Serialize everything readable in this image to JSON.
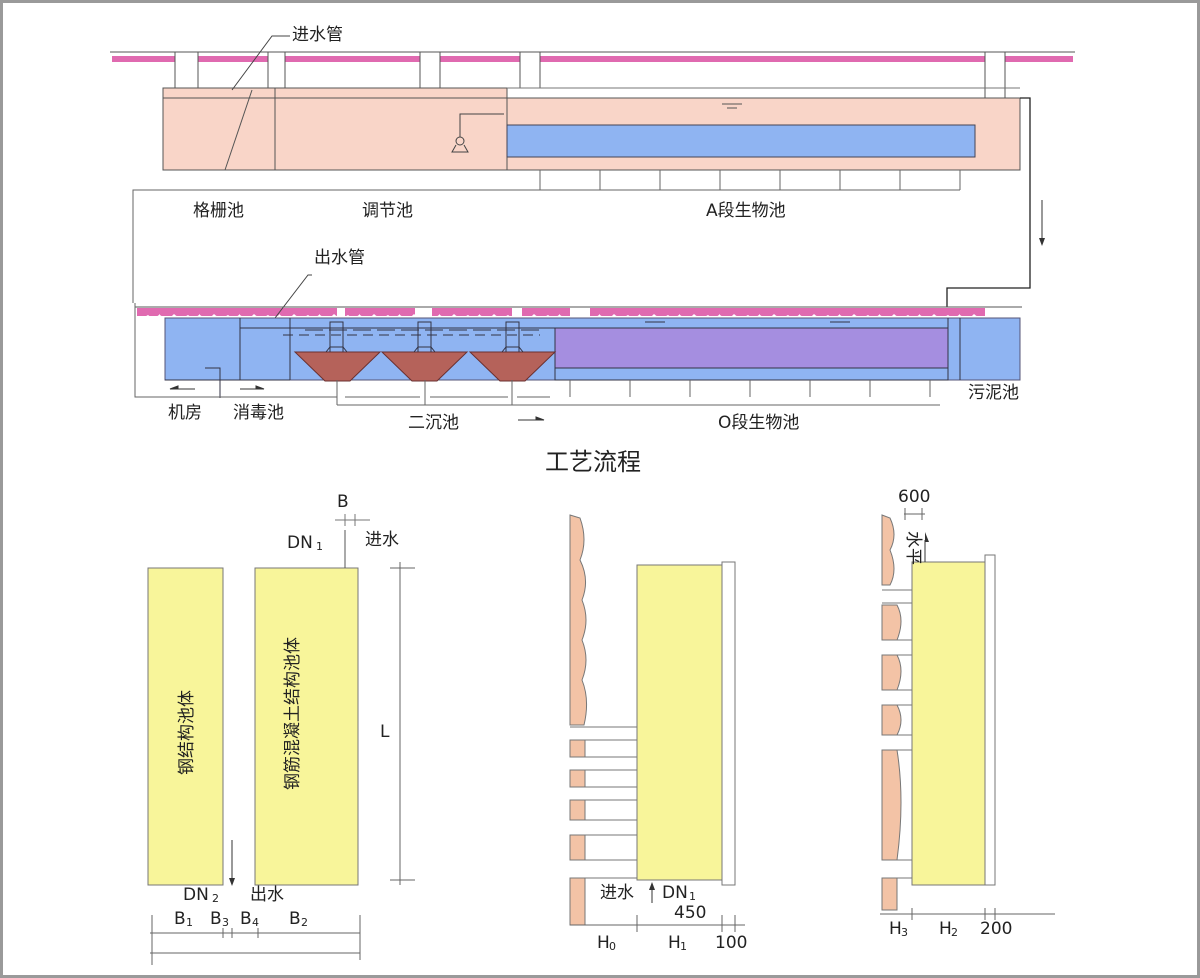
{
  "title": "工艺流程",
  "top_diagram": {
    "inlet_pipe": "进水管",
    "outlet_pipe": "出水管",
    "tanks": {
      "screen": "格栅池",
      "equalization": "调节池",
      "a_stage": "A段生物池",
      "machine_room": "机房",
      "disinfection": "消毒池",
      "secondary_clarifier": "二沉池",
      "o_stage": "O段生物池",
      "sludge": "污泥池"
    }
  },
  "detail_left": {
    "steel_tank": "钢结构池体",
    "concrete_tank": "钢筋混凝土结构池体",
    "b": "B",
    "dn1": "DN",
    "dn1_sub": "1",
    "inlet": "进水",
    "l": "L",
    "dn2": "DN",
    "dn2_sub": "2",
    "outlet": "出水",
    "b1": "B",
    "b1_sub": "1",
    "b3": "B",
    "b3_sub": "3",
    "b4": "B",
    "b4_sub": "4",
    "b2": "B",
    "b2_sub": "2"
  },
  "detail_mid": {
    "inlet": "进水",
    "dn1": "DN",
    "dn1_sub": "1",
    "d450": "450",
    "h0": "H",
    "h0_sub": "0",
    "h1": "H",
    "h1_sub": "1",
    "d100": "100"
  },
  "detail_right": {
    "d600": "600",
    "level": "水平",
    "h3": "H",
    "h3_sub": "3",
    "h2": "H",
    "h2_sub": "2",
    "d200": "200"
  },
  "colors": {
    "pink": "#f9d5c8",
    "blue": "#8fb4f2",
    "purple": "#a58ee0",
    "cone": "#b5625a",
    "yellow": "#f8f59a",
    "soil": "#f3c3a6",
    "wave": "#e06ab0"
  }
}
